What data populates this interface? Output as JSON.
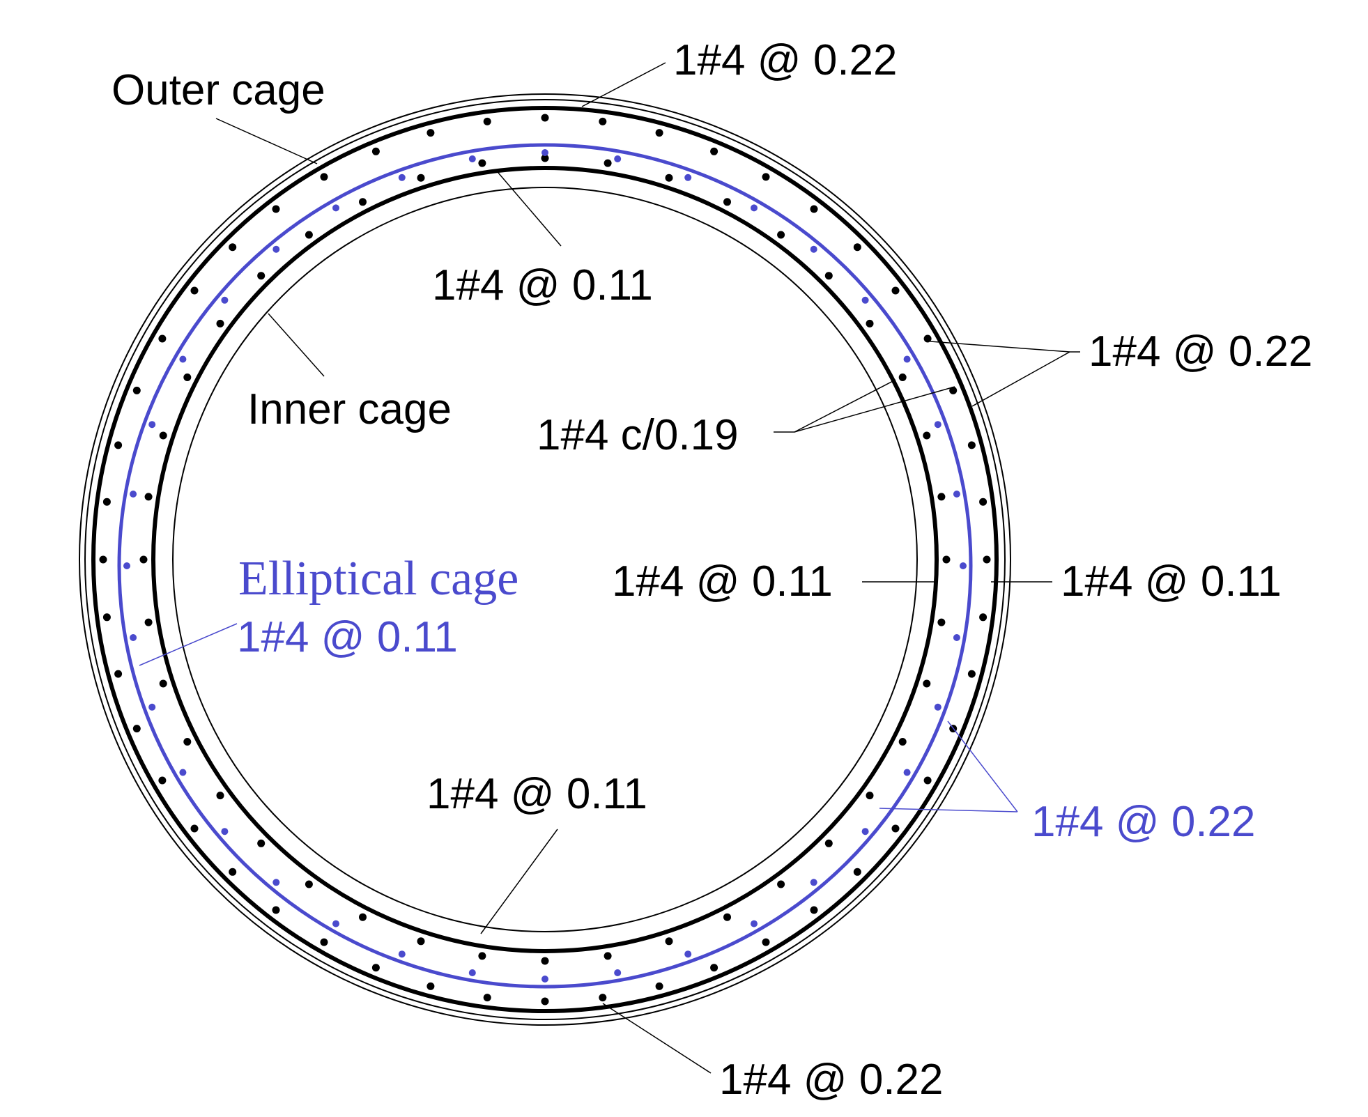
{
  "colors": {
    "black": "#000000",
    "blue": "#4a4acd",
    "background": "#ffffff"
  },
  "cages": {
    "outer": "Outer cage",
    "inner": "Inner cage",
    "elliptical": "Elliptical cage"
  },
  "labels": {
    "outer_top": "1#4 @ 0.22",
    "inner_top": "1#4 @ 0.11",
    "right_upper": "1#4 @ 0.22",
    "center_c019": "1#4 c/0.19",
    "inner_right": "1#4 @ 0.11",
    "outer_right": "1#4 @ 0.11",
    "elliptical_spacing": "1#4 @ 0.11",
    "inner_bottom": "1#4 @ 0.11",
    "blue_lower_right": "1#4 @ 0.22",
    "outer_bottom": "1#4 @ 0.22"
  }
}
